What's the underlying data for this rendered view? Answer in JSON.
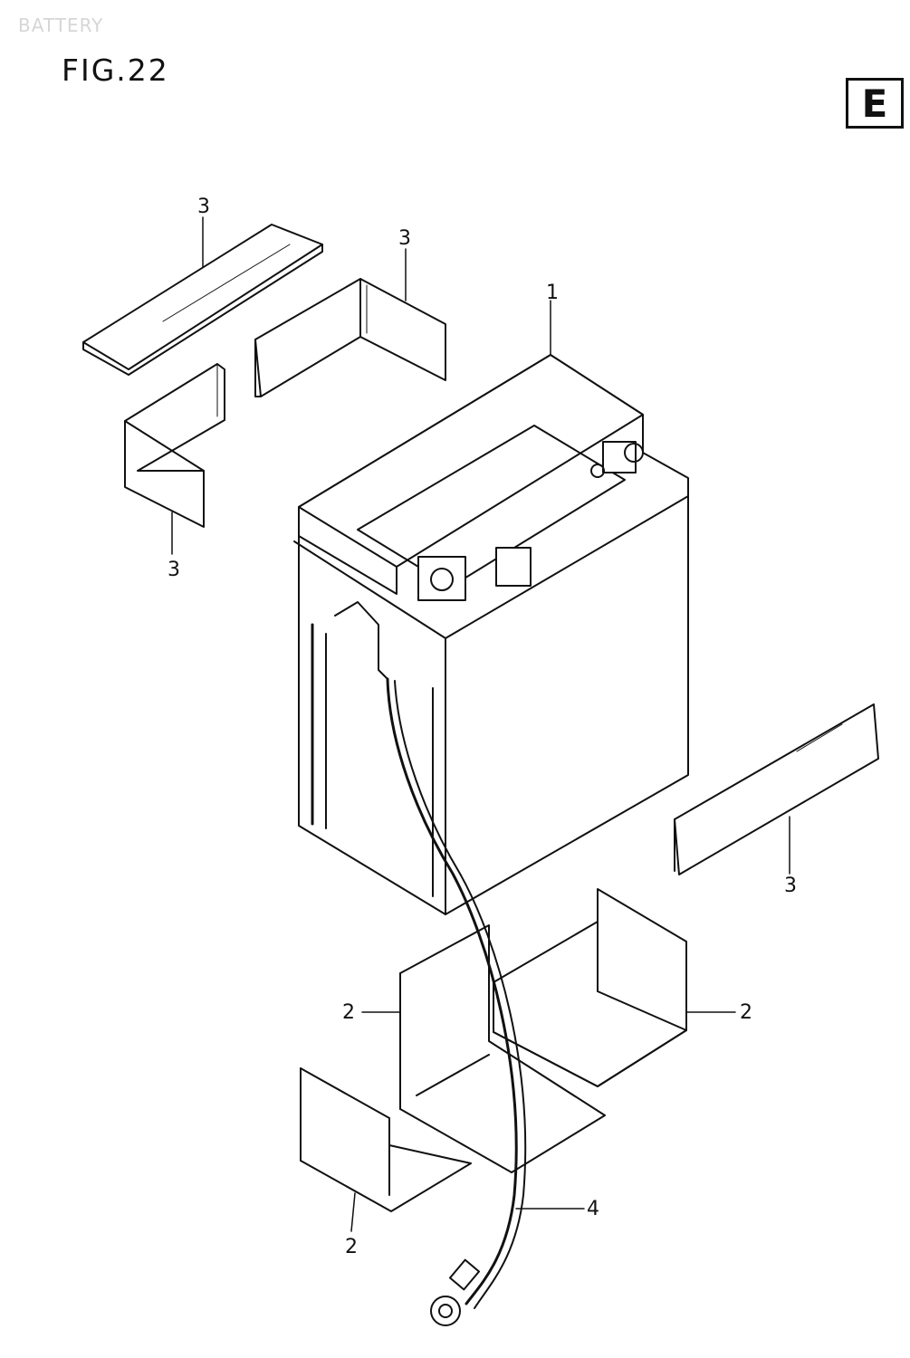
{
  "header": {
    "watermark": "BATTERY",
    "figure_title": "FIG.22",
    "section_badge": "E"
  },
  "callouts": {
    "battery": "1",
    "tray_right": "2",
    "tray_left": "2",
    "tray_bottom": "2",
    "pad_top_left": "3",
    "pad_top_center": "3",
    "pad_left": "3",
    "pad_right": "3",
    "cable": "4"
  }
}
